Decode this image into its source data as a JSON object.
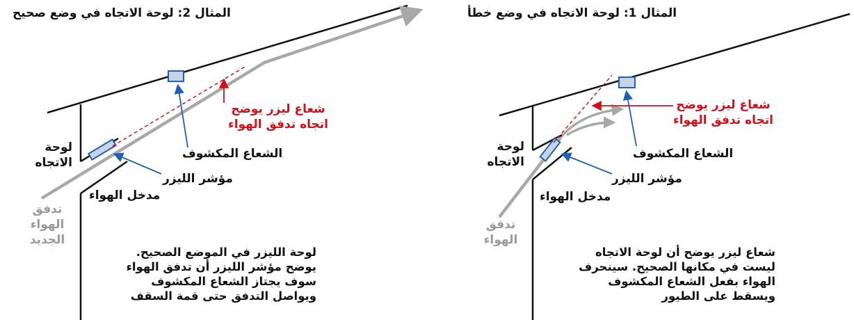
{
  "example1": {
    "title": "المثال 1: لوحة الاتجاه في وضع خطأ",
    "laser_beam_label": [
      "شعاع ليزر يوضح",
      "اتجاه تدفق الهواء"
    ],
    "exposed_beam_label": "الشعاع المكشوف",
    "guide_panel_label": [
      "لوحة",
      "الاتجاه"
    ],
    "laser_pointer_label": "مؤشر الليزر",
    "air_inlet_label": "مدخل الهواء",
    "airflow_label": [
      "تدفق",
      "الهواء"
    ],
    "description": [
      "شعاع ليزر يوضح أن لوحة الاتجاه",
      "ليست في مكانها الصحيح. سينحرف",
      "الهواء بفعل الشعاع المكشوف",
      "ويسقط على الطيور"
    ]
  },
  "example2": {
    "title": "المثال 2: لوحة الاتجاه في وضع صحيح",
    "laser_beam_label": [
      "شعاع ليزر يوضح",
      "اتجاه تدفق الهواء"
    ],
    "exposed_beam_label": "الشعاع المكشوف",
    "guide_panel_label": [
      "لوحة",
      "الاتجاه"
    ],
    "laser_pointer_label": "مؤشر الليزر",
    "air_inlet_label": "مدخل الهواء",
    "new_airflow_label": [
      "تدفق",
      "الهواء",
      "الجديد"
    ],
    "description": [
      "لوحة الليزر في الموضع الصحيح.",
      "يوضح مؤشر الليزر أن تدفق الهواء",
      "سوف يجتاز الشعاع المكشوف",
      "ويواصل التدفق حتى قمة السقف"
    ]
  },
  "colors": {
    "line": "#111111",
    "airflow": "#a8a8a8",
    "laser": "#d0111b",
    "pointer_blue": "#1f5fb5",
    "beam_fill": "#c9d3e6",
    "muted_text": "#9a9a9a"
  }
}
